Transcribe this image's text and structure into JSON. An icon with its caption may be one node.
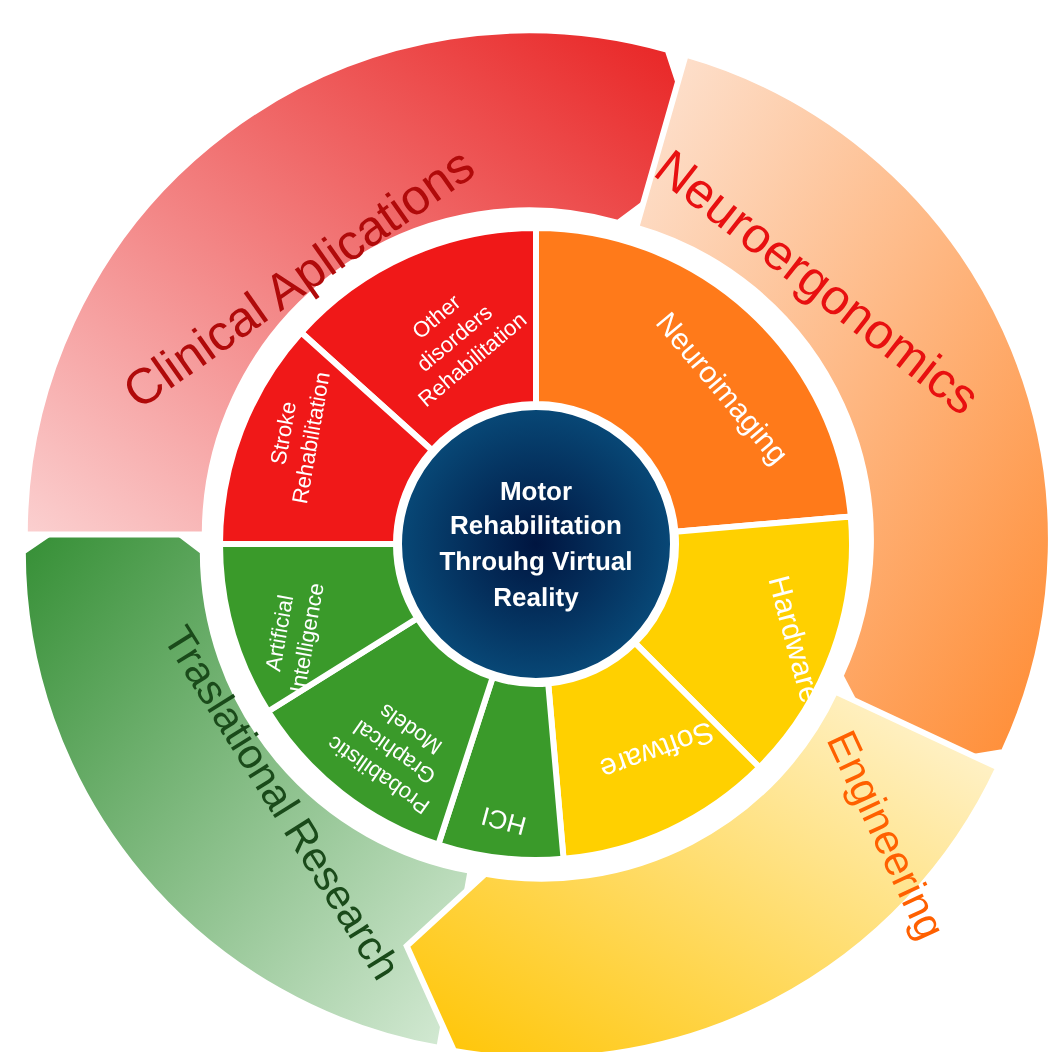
{
  "diagram": {
    "nodes": [
      {
        "text": [
          "Motor Rehabilitation Throuhg Virtual Reality"
        ]
      },
      {
        "text": [
          "Clinical Aplications"
        ]
      },
      {
        "text": [
          "Neuroergonomics"
        ]
      },
      {
        "text": [
          "Engineering"
        ]
      },
      {
        "text": [
          "Traslational Research"
        ]
      },
      {
        "text": [
          "Other disorders Rehabilitation"
        ]
      },
      {
        "text": [
          "Stroke Rehabilitation"
        ]
      },
      {
        "text": [
          "Neuroimaging"
        ]
      },
      {
        "text": [
          "Hardware"
        ]
      },
      {
        "text": [
          "Software"
        ]
      },
      {
        "text": [
          "HCI"
        ]
      },
      {
        "text": [
          "Probabilistic Graphical Models"
        ]
      },
      {
        "text": [
          "Artificial Intelligence"
        ]
      }
    ]
  }
}
